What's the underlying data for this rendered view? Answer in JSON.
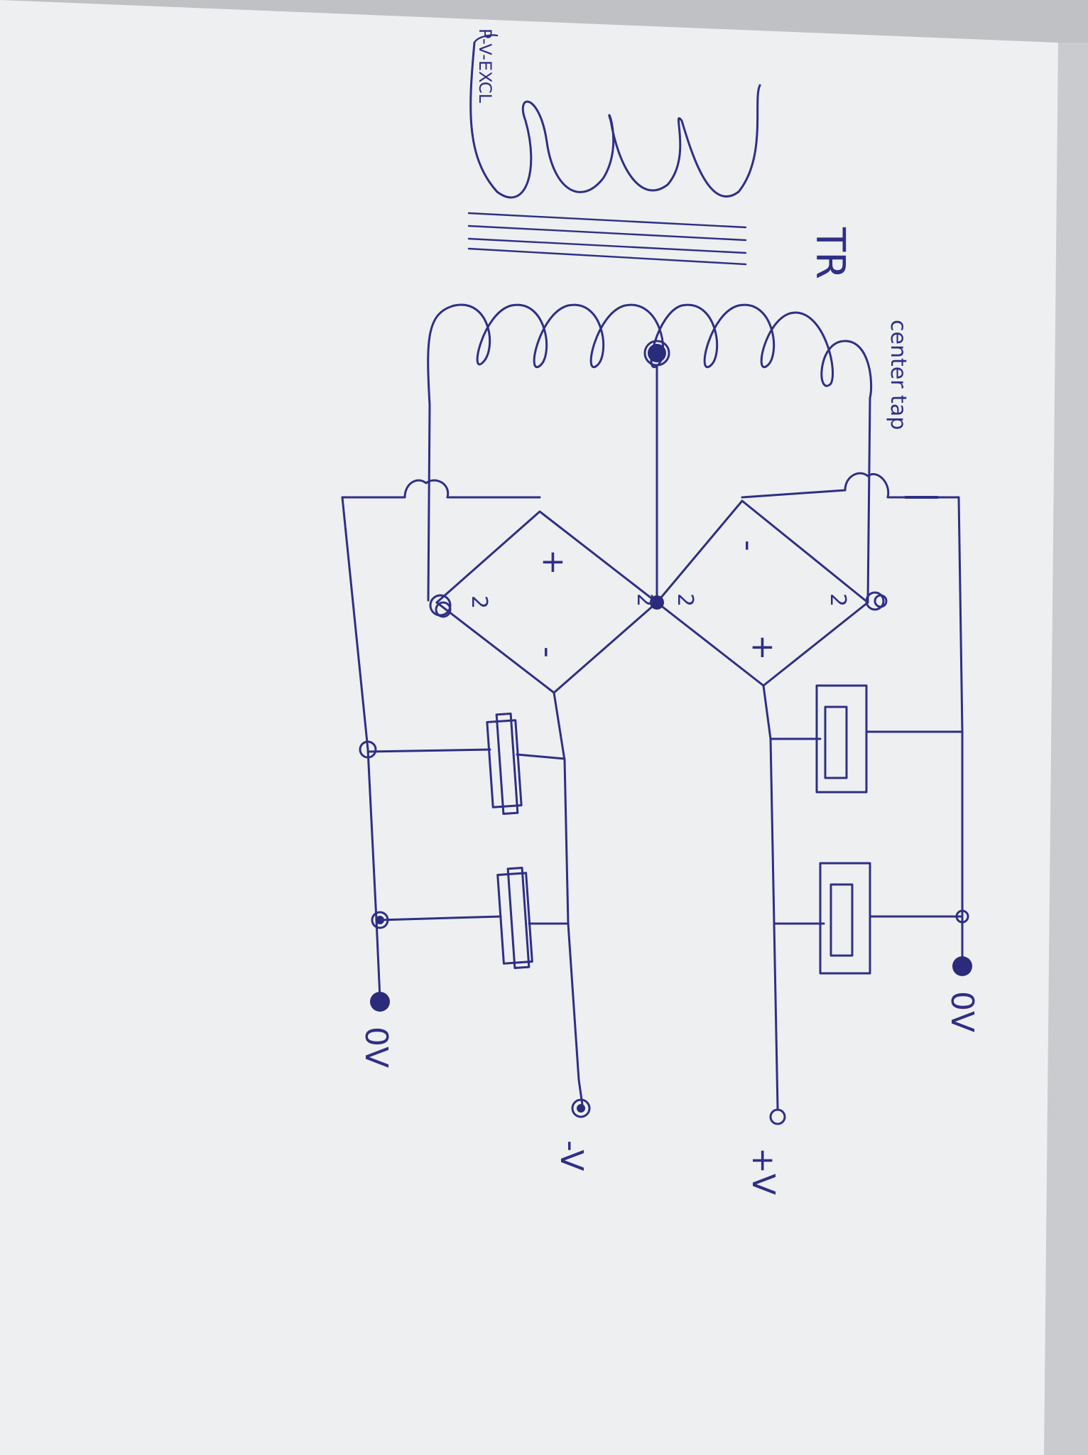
{
  "labels": {
    "transformer": "TR",
    "primary": "P-V-EXCL",
    "center_tap": "center tap",
    "zero_volt_left": "0V",
    "zero_volt_right": "0V",
    "neg_v": "-V",
    "pos_v": "+V",
    "bridge_plus": "+",
    "bridge_minus": "-",
    "ac_mark": "2"
  },
  "colors": {
    "ink": "#2e2f86",
    "paper": "#eeeff0",
    "shadow": "#bfc1c4"
  }
}
